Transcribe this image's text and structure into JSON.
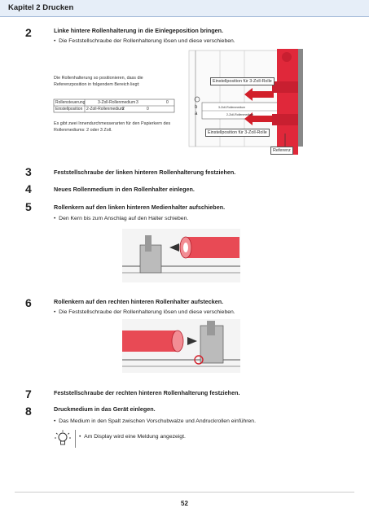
{
  "header": {
    "chapter": "Kapitel 2 Drucken"
  },
  "steps": [
    {
      "num": "2",
      "title": "Linke hintere Rollenhalterung in die Einlegeposition bringen.",
      "bullet": "Die Feststellschraube der Rollenhalterung lösen und diese verschieben."
    },
    {
      "num": "3",
      "title": "Feststellschraube der linken hinteren Rollenhalterung festziehen."
    },
    {
      "num": "4",
      "title": "Neues Rollenmedium in den Rollenhalter einlegen."
    },
    {
      "num": "5",
      "title": "Rollenkern auf den linken hinteren Medienhalter aufschieben.",
      "bullet": "Den Kern bis zum Anschlag auf den Halter schieben."
    },
    {
      "num": "6",
      "title": "Rollenkern auf den rechten hinteren Rollenhalter aufstecken.",
      "bullet": "Die Feststellschraube der Rollenhalterung lösen und diese verschieben."
    },
    {
      "num": "7",
      "title": "Feststellschraube der rechten hinteren Rollenhalterung festziehen."
    },
    {
      "num": "8",
      "title": "Druckmedium in das Gerät einlegen.",
      "bullet": "Das Medium in den Spalt zwischen Vorschubwalze und Andruckrollen einführen."
    }
  ],
  "figure1": {
    "note1_line1": "Die Rollenhalterung so positionieren, dass die",
    "note1_line2": "Referenzposition in folgendem Bereich liegt:",
    "table_row1_label": "Rollensteuerung",
    "table_row2_label": "Einstellposition",
    "table_3zoll": "3-Zoll-Rollenmedium",
    "table_2zoll": "2-Zoll-Rollenmedium",
    "table_val1": "3",
    "table_val2": "2",
    "table_val3": "0",
    "table_val4": "0",
    "note2_line1": "Es gibt zwei Innendurchmesserarten für den Papierkern des",
    "note2_line2": "Rollenmediums: 2 oder 3 Zoll.",
    "callout_3zoll": "Einstellposition für 3-Zoll-Rolle",
    "callout_2zoll": "Einstellposition für 3-Zoll-Rolle",
    "callout_ref": "Referenz",
    "scale_a": "a",
    "scale_b": "b",
    "scale_rowA": "3-Zoll-Rollenmedium",
    "scale_rowB": "2-Zoll-Rollenmedium"
  },
  "tip": {
    "text": "Am Display wird eine Meldung angezeigt."
  },
  "footer": {
    "page": "52"
  },
  "colors": {
    "accent_red": "#d21f2a",
    "roll_red": "#e0283a",
    "header_bg": "#e6eef8"
  }
}
